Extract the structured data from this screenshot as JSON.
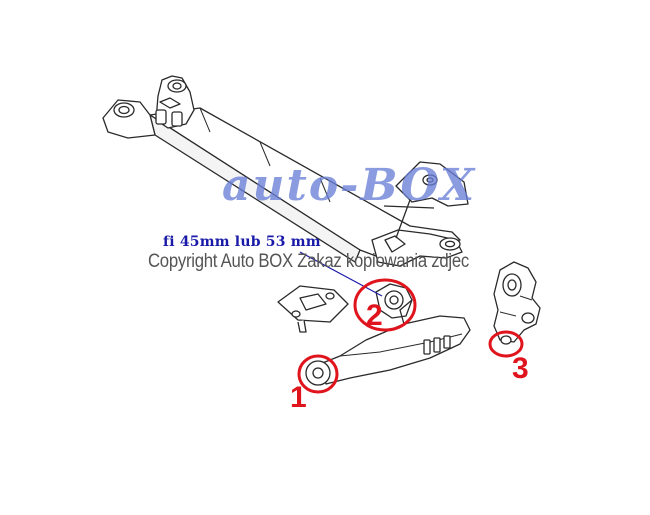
{
  "dimension_label": "fi 45mm lub 53 mm",
  "watermark_logo": "auto-BOX",
  "copyright": "Copyright Auto BOX Zakaz kopiowania zdjec",
  "markers": [
    "1",
    "2",
    "3"
  ],
  "colors": {
    "line_art": "#2a2a2a",
    "highlight_red": "#e0141c",
    "label_blue": "#1a1aa8",
    "watermark_blue": "#6a7fd8"
  }
}
